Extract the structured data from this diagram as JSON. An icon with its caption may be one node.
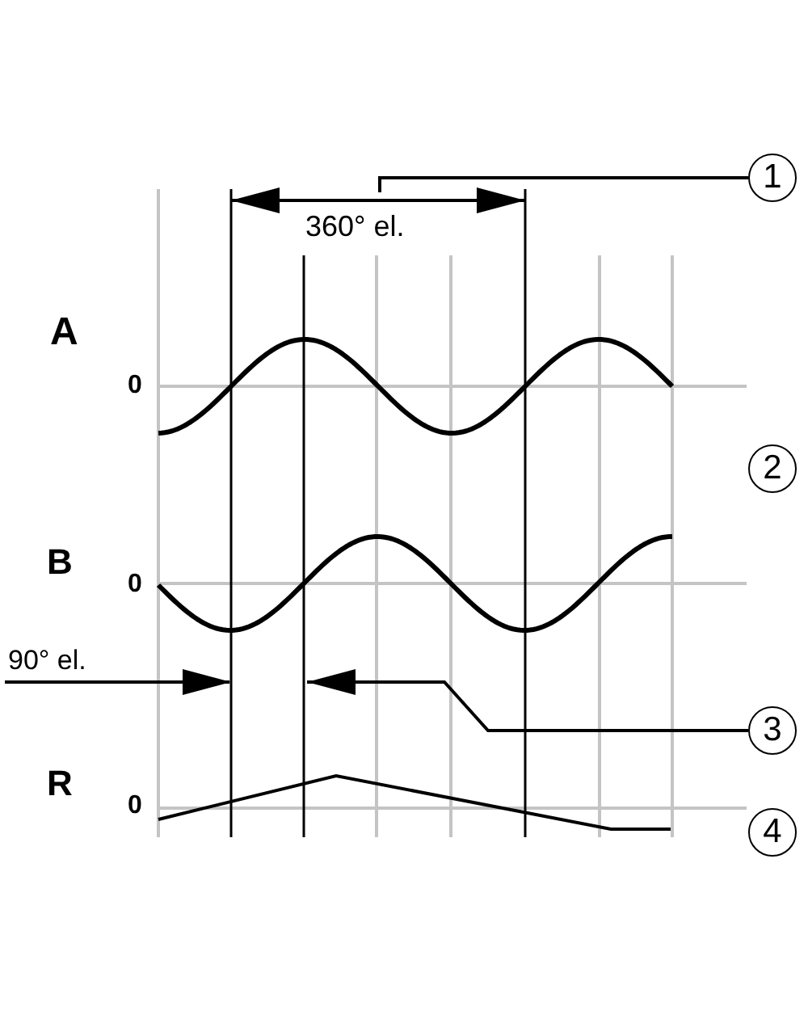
{
  "diagram": {
    "nodes": [
      {
        "text": [
          "1"
        ]
      },
      {
        "text": [
          "2"
        ]
      },
      {
        "text": [
          "3"
        ]
      },
      {
        "text": [
          "4"
        ]
      }
    ],
    "edges": [
      {
        "from": 0,
        "to": null,
        "arrow": "none"
      },
      {
        "from": 2,
        "to": null,
        "arrow": "to"
      }
    ],
    "labels": [
      "360° el.",
      "A",
      "0",
      "B",
      "0",
      "90° el.",
      "R",
      "0"
    ]
  }
}
